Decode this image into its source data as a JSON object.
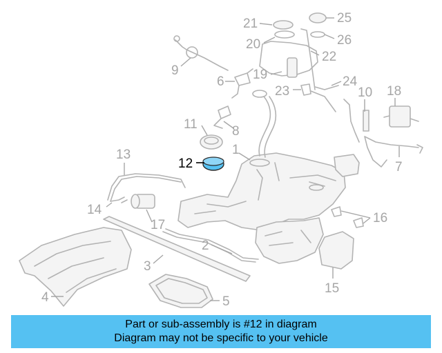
{
  "callouts": [
    {
      "id": "1",
      "label": "1"
    },
    {
      "id": "2",
      "label": "2"
    },
    {
      "id": "3",
      "label": "3"
    },
    {
      "id": "4",
      "label": "4"
    },
    {
      "id": "5",
      "label": "5"
    },
    {
      "id": "6",
      "label": "6"
    },
    {
      "id": "7",
      "label": "7"
    },
    {
      "id": "8",
      "label": "8"
    },
    {
      "id": "9",
      "label": "9"
    },
    {
      "id": "10",
      "label": "10"
    },
    {
      "id": "11",
      "label": "11"
    },
    {
      "id": "12",
      "label": "12"
    },
    {
      "id": "13",
      "label": "13"
    },
    {
      "id": "14",
      "label": "14"
    },
    {
      "id": "15",
      "label": "15"
    },
    {
      "id": "16",
      "label": "16"
    },
    {
      "id": "17",
      "label": "17"
    },
    {
      "id": "18",
      "label": "18"
    },
    {
      "id": "19",
      "label": "19"
    },
    {
      "id": "20",
      "label": "20"
    },
    {
      "id": "21",
      "label": "21"
    },
    {
      "id": "22",
      "label": "22"
    },
    {
      "id": "23",
      "label": "23"
    },
    {
      "id": "24",
      "label": "24"
    },
    {
      "id": "25",
      "label": "25"
    },
    {
      "id": "26",
      "label": "26"
    }
  ],
  "highlight": {
    "label": "12",
    "color": "#55c1f2"
  },
  "footer": {
    "line1": "Part or sub-assembly is #12 in diagram",
    "line2": "Diagram may not be specific to your vehicle",
    "background": "#55c1f2"
  }
}
